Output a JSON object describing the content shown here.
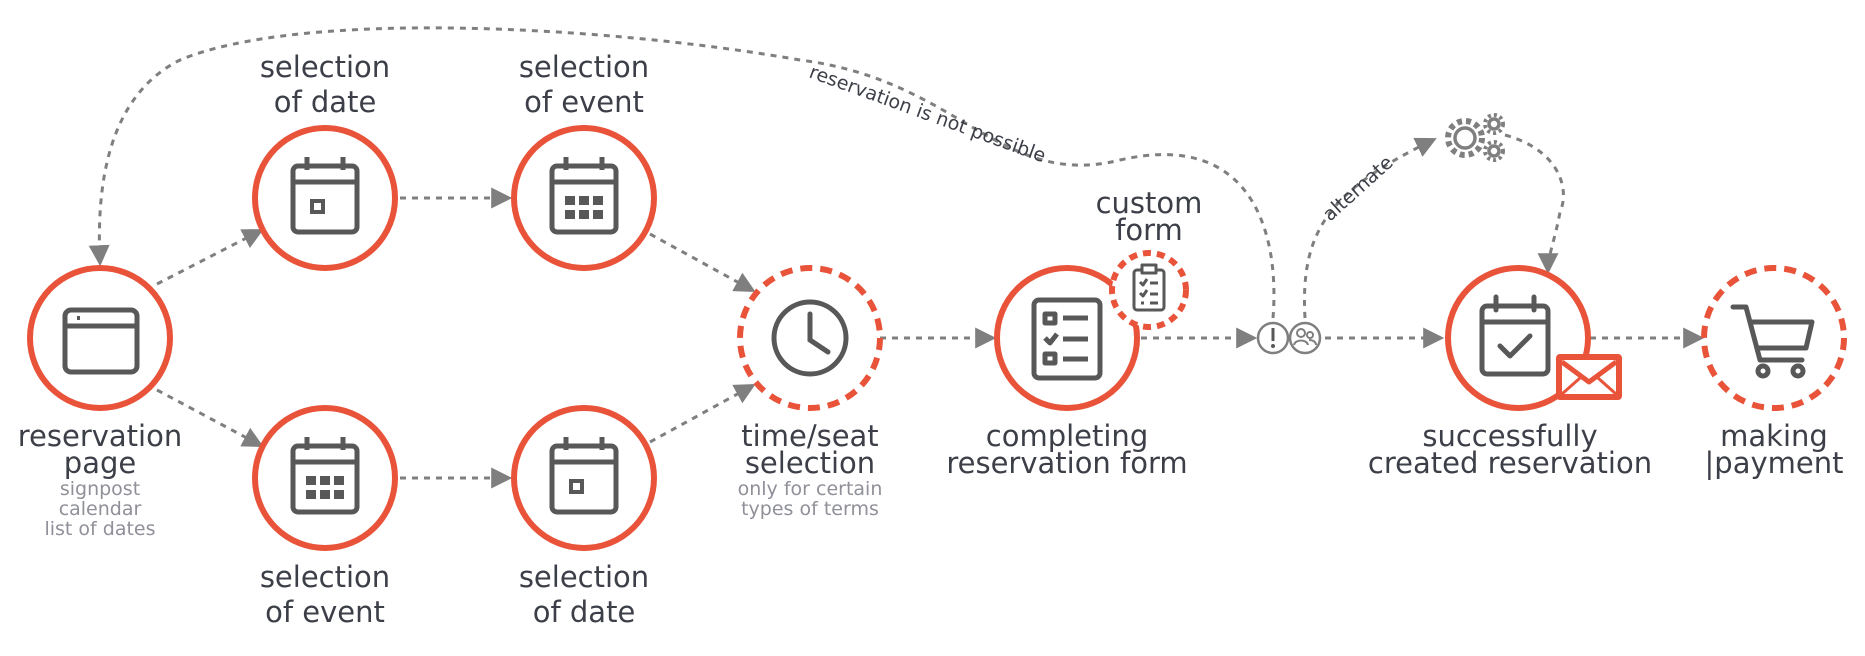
{
  "colors": {
    "accent": "#e8533a",
    "icon": "#585858",
    "arrow": "#7f7f7f",
    "text": "#3d3f48",
    "subtext": "#8f9098"
  },
  "nodes": {
    "reservation_page": {
      "title_lines": [
        "reservation",
        "page"
      ],
      "sub_lines": [
        "signpost",
        "calendar",
        "list of dates"
      ],
      "icon": "browser-window-icon"
    },
    "top_date": {
      "title_lines": [
        "selection",
        "of date"
      ],
      "icon": "calendar-day-icon"
    },
    "top_event": {
      "title_lines": [
        "selection",
        "of event"
      ],
      "icon": "calendar-grid-icon"
    },
    "bottom_event": {
      "title_lines": [
        "selection",
        "of event"
      ],
      "icon": "calendar-grid-icon"
    },
    "bottom_date": {
      "title_lines": [
        "selection",
        "of date"
      ],
      "icon": "calendar-day-icon"
    },
    "time_seat": {
      "title_lines": [
        "time/seat",
        "selection"
      ],
      "sub_lines": [
        "only for certain",
        "types of terms"
      ],
      "icon": "clock-icon"
    },
    "custom_form": {
      "title_lines": [
        "custom",
        "form"
      ],
      "icon": "clipboard-icon"
    },
    "completing_form": {
      "title_lines": [
        "completing",
        "reservation form"
      ],
      "icon": "checklist-icon"
    },
    "success": {
      "title_lines": [
        "successfully",
        "created reservation"
      ],
      "icon": "calendar-check-icon",
      "badge_icon": "envelope-icon"
    },
    "payment": {
      "title_lines": [
        "making",
        "|payment"
      ],
      "icon": "shopping-cart-icon"
    },
    "warning": {
      "icon": "exclamation-icon"
    },
    "users": {
      "icon": "users-icon"
    },
    "gears": {
      "icon": "gears-icon"
    }
  },
  "paths": {
    "not_possible": "reservation is not possible",
    "alternate": "alternate"
  }
}
